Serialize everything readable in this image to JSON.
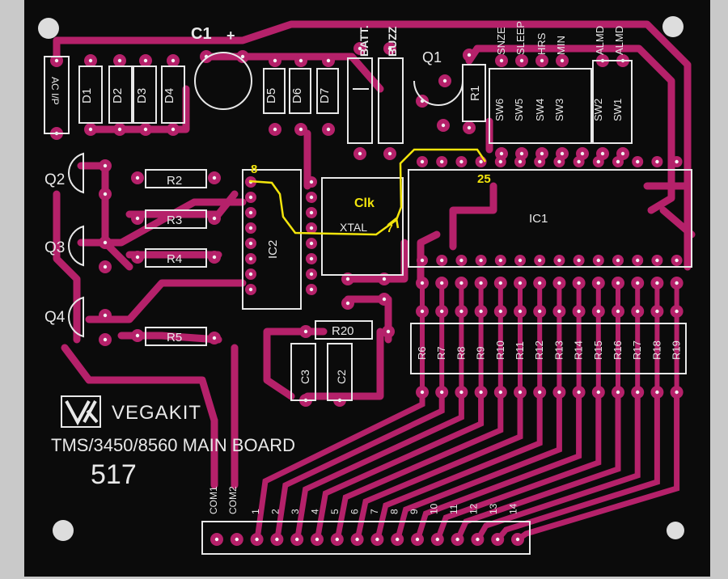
{
  "colors": {
    "board": "#0b0b0b",
    "copper": "#b5216a",
    "silk": "#e8e8e8",
    "annotation": "#f2e40c",
    "frame": "#c9c9c9"
  },
  "board": {
    "brand": "VEGAKIT",
    "title": "TMS/3450/8560 MAIN BOARD",
    "number": "517",
    "logo": "VK"
  },
  "silkscreen": {
    "c1": "C1",
    "c1_plus": "+",
    "ac_input": "AC I/P",
    "diodes": [
      "D1",
      "D2",
      "D3",
      "D4",
      "D5",
      "D6",
      "D7"
    ],
    "batt": "BATT.",
    "buzz": "BUZZ",
    "q1": "Q1",
    "q2": "Q2",
    "q3": "Q3",
    "q4": "Q4",
    "r1": "R1",
    "r2": "R2",
    "r3": "R3",
    "r4": "R4",
    "r5": "R5",
    "r20": "R20",
    "ic1": "IC1",
    "ic2": "IC2",
    "xtal": "XTAL",
    "c2": "C2",
    "c3": "C3",
    "switch_labels": [
      "SNZE",
      "SLEEP",
      "HRS",
      "MIN",
      "ALMD",
      "ALMD"
    ],
    "switches": [
      "SW6",
      "SW5",
      "SW4",
      "SW3",
      "SW2",
      "SW1"
    ],
    "resistors_row": [
      "R6",
      "R7",
      "R8",
      "R9",
      "R10",
      "R11",
      "R12",
      "R13",
      "R14",
      "R15",
      "R16",
      "R17",
      "R18",
      "R19"
    ],
    "connector": [
      "COM1",
      "COM2",
      "1",
      "2",
      "3",
      "4",
      "5",
      "6",
      "7",
      "8",
      "9",
      "10",
      "11",
      "12",
      "13",
      "14"
    ]
  },
  "annotations": {
    "pin8": "8",
    "pin25": "25",
    "clk": "Clk",
    "pin7": "7"
  }
}
